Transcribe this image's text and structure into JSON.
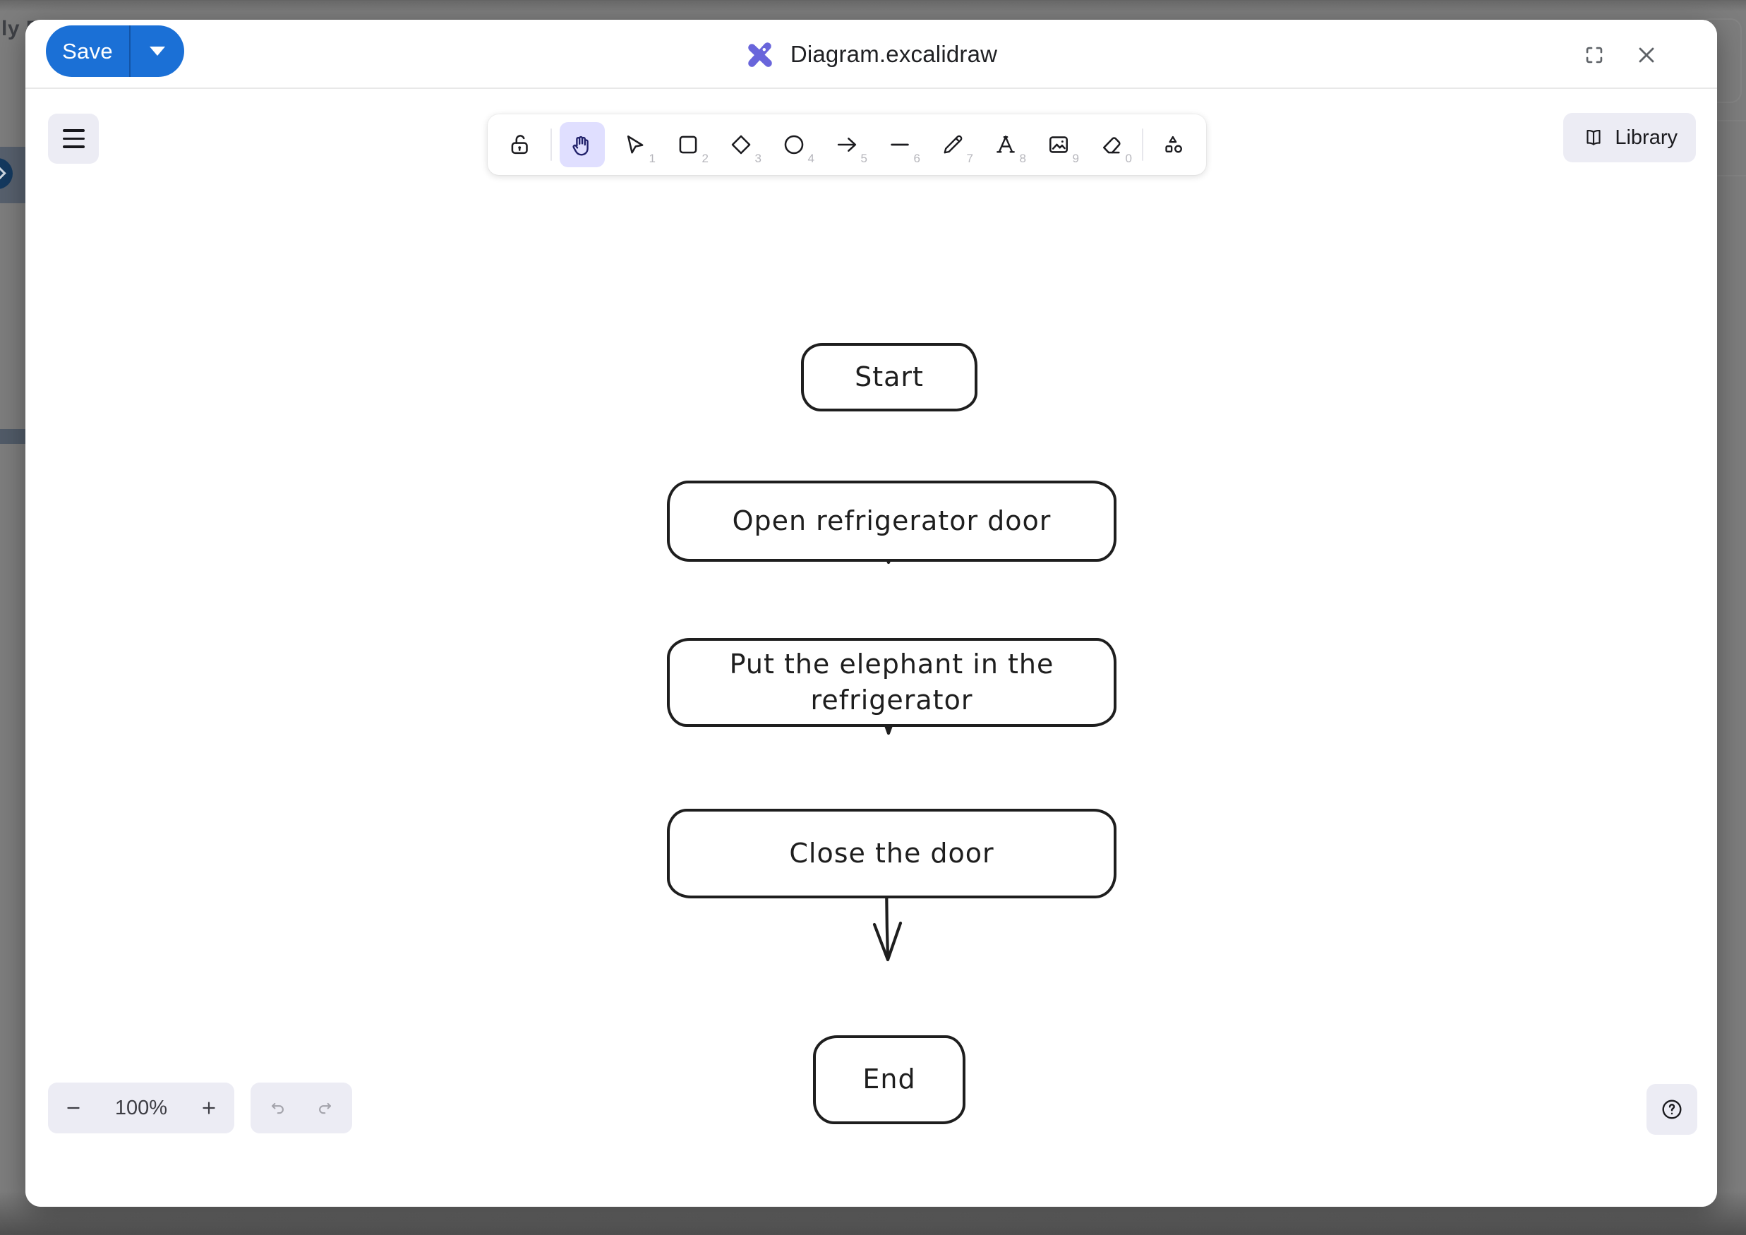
{
  "backdrop": {
    "occluded_text": "ly F"
  },
  "header": {
    "save_button": {
      "label": "Save"
    },
    "file_title": "Diagram.excalidraw"
  },
  "toolbar": {
    "tools": [
      {
        "name": "lock",
        "shortcut": "",
        "selected": false
      },
      {
        "name": "hand",
        "shortcut": "",
        "selected": true
      },
      {
        "name": "selection",
        "shortcut": "1",
        "selected": false
      },
      {
        "name": "rectangle",
        "shortcut": "2",
        "selected": false
      },
      {
        "name": "diamond",
        "shortcut": "3",
        "selected": false
      },
      {
        "name": "ellipse",
        "shortcut": "4",
        "selected": false
      },
      {
        "name": "arrow",
        "shortcut": "5",
        "selected": false
      },
      {
        "name": "line",
        "shortcut": "6",
        "selected": false
      },
      {
        "name": "draw",
        "shortcut": "7",
        "selected": false
      },
      {
        "name": "text",
        "shortcut": "8",
        "selected": false
      },
      {
        "name": "image",
        "shortcut": "9",
        "selected": false
      },
      {
        "name": "eraser",
        "shortcut": "0",
        "selected": false
      },
      {
        "name": "shapes",
        "shortcut": "",
        "selected": false
      }
    ],
    "library_label": "Library"
  },
  "diagram": {
    "nodes": [
      {
        "id": "start",
        "label": "Start"
      },
      {
        "id": "open",
        "label": "Open refrigerator door"
      },
      {
        "id": "put",
        "label": "Put the elephant in the refrigerator"
      },
      {
        "id": "close",
        "label": "Close the door"
      },
      {
        "id": "end",
        "label": "End"
      }
    ],
    "edges": [
      {
        "from": "start",
        "to": "open"
      },
      {
        "from": "open",
        "to": "put"
      },
      {
        "from": "put",
        "to": "close"
      },
      {
        "from": "close",
        "to": "end"
      }
    ]
  },
  "footer": {
    "zoom_level": "100%"
  },
  "colors": {
    "accent_blue": "#1b70d6",
    "tool_active_bg": "#e0dfff",
    "tool_active_icon": "#21216b",
    "island_bg": "#ececf4",
    "canvas_stroke": "#1e1e1e",
    "logo_purple": "#6965db",
    "backdrop_gray": "#7d7d7d"
  }
}
